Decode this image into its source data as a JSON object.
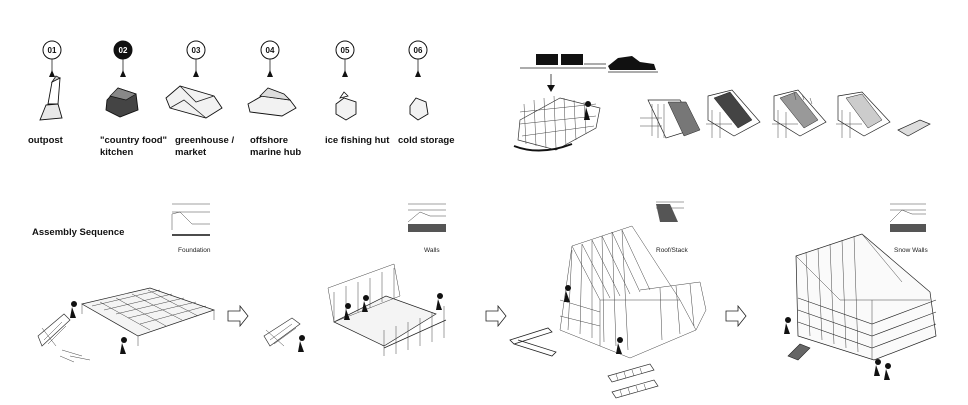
{
  "programs": [
    {
      "num": "01",
      "label_lines": [
        "outpost"
      ],
      "active": false
    },
    {
      "num": "02",
      "label_lines": [
        "\"country food\"",
        "kitchen"
      ],
      "active": true
    },
    {
      "num": "03",
      "label_lines": [
        "greenhouse /",
        "market"
      ],
      "active": false
    },
    {
      "num": "04",
      "label_lines": [
        "offshore",
        "marine hub"
      ],
      "active": false
    },
    {
      "num": "05",
      "label_lines": [
        "ice fishing hut"
      ],
      "active": false
    },
    {
      "num": "06",
      "label_lines": [
        "cold storage"
      ],
      "active": false
    }
  ],
  "assembly": {
    "title": "Assembly Sequence",
    "steps": [
      "Foundation",
      "Walls",
      "Roof/Stack",
      "Snow Walls"
    ]
  },
  "colors": {
    "ink": "#111111",
    "active_fill": "#111111",
    "grey": "#555555"
  }
}
